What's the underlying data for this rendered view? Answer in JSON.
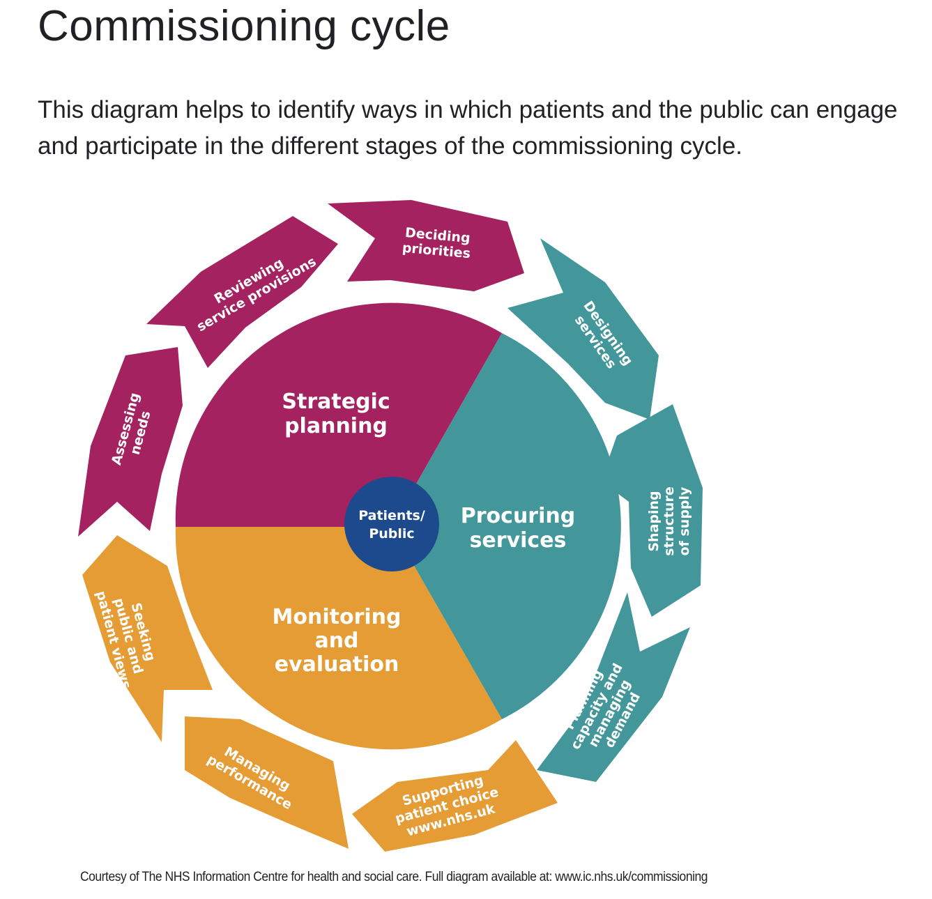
{
  "page": {
    "title": "Commissioning cycle",
    "intro": "This diagram helps to identify ways in which patients and the public can engage and participate in the different stages of the commissioning cycle."
  },
  "diagram": {
    "hub": {
      "line1": "Patients/",
      "line2": "Public",
      "color": "#1c4a8c"
    },
    "colors": {
      "magenta": "#a4225f",
      "teal": "#43979a",
      "orange": "#e59c35"
    },
    "segments": {
      "strategic": {
        "line1": "Strategic",
        "line2": "planning"
      },
      "procuring": {
        "line1": "Procuring",
        "line2": "services"
      },
      "monitoring": {
        "line1": "Monitoring",
        "line2": "and",
        "line3": "evaluation"
      }
    },
    "arrows": {
      "deciding": {
        "line1": "Deciding",
        "line2": "priorities"
      },
      "reviewing": {
        "line1": "Reviewing",
        "line2": "service provisions"
      },
      "assessing": {
        "line1": "Assessing",
        "line2": "needs"
      },
      "designing": {
        "line1": "Designing",
        "line2": "services"
      },
      "shaping": {
        "line1": "Shaping",
        "line2": "structure",
        "line3": "of supply"
      },
      "planning": {
        "line1": "Planning",
        "line2": "capacity and",
        "line3": "managing",
        "line4": "demand"
      },
      "supporting": {
        "line1": "Supporting",
        "line2": "patient choice",
        "line3": "www.nhs.uk"
      },
      "managing": {
        "line1": "Managing",
        "line2": "performance"
      },
      "seeking": {
        "line1": "Seeking",
        "line2": "public and",
        "line3": "patient views"
      }
    }
  },
  "credit": "Courtesy of The NHS Information Centre for health and social care. Full diagram available at: www.ic.nhs.uk/commissioning"
}
